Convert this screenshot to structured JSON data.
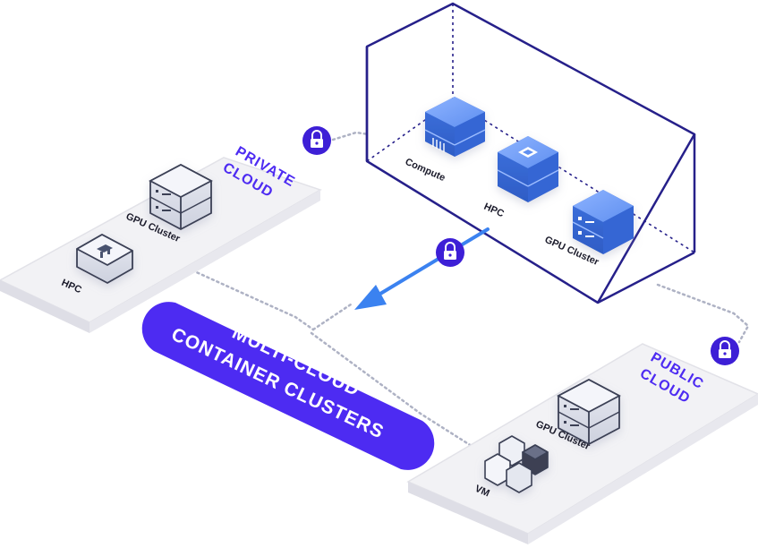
{
  "private_cloud": {
    "title_line1": "PRIVATE",
    "title_line2": "CLOUD",
    "nodes": {
      "gpu_cluster": "GPU Cluster",
      "hpc": "HPC"
    }
  },
  "public_cloud": {
    "title_line1": "PUBLIC",
    "title_line2": "CLOUD",
    "nodes": {
      "gpu_cluster": "GPU Cluster",
      "vm": "VM"
    }
  },
  "box": {
    "nodes": {
      "compute": "Compute",
      "hpc": "HPC",
      "gpu_cluster": "GPU Cluster"
    }
  },
  "banner": {
    "line1": "MULTI-CLOUD",
    "line2": "CONTAINER CLUSTERS"
  },
  "colors": {
    "accent": "#4d2bf2",
    "box_outline": "#26208a",
    "node_blue": "#4a7ee8",
    "arrow_blue": "#3b82f0",
    "platform": "#f1f1f4",
    "dotted_line": "#aeb2c4"
  },
  "icons": {
    "lock": "lock-icon",
    "server": "server-stack-icon",
    "chip": "cpu-chip-icon",
    "hexagons": "hexagon-cluster-icon"
  }
}
